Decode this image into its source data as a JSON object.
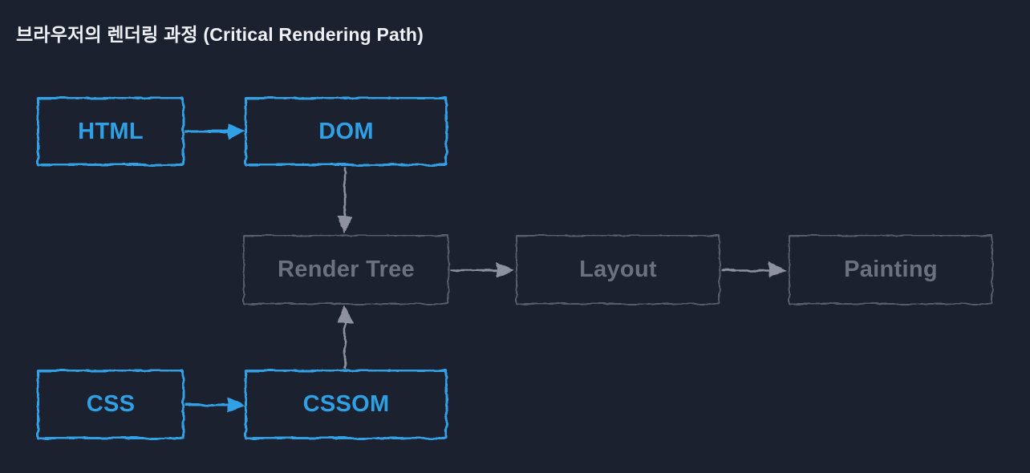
{
  "title": "브라우저의 렌더링 과정 (Critical Rendering Path)",
  "colors": {
    "background": "#1c2130",
    "accent_blue": "#30a0e4",
    "gray_border": "#575c6a",
    "gray_text": "#6c7180",
    "gray_arrow": "#8e929e",
    "title_text": "#eef0f4"
  },
  "nodes": [
    {
      "id": "html",
      "label": "HTML",
      "color": "blue"
    },
    {
      "id": "dom",
      "label": "DOM",
      "color": "blue"
    },
    {
      "id": "render-tree",
      "label": "Render Tree",
      "color": "gray"
    },
    {
      "id": "layout",
      "label": "Layout",
      "color": "gray"
    },
    {
      "id": "painting",
      "label": "Painting",
      "color": "gray"
    },
    {
      "id": "css",
      "label": "CSS",
      "color": "blue"
    },
    {
      "id": "cssom",
      "label": "CSSOM",
      "color": "blue"
    }
  ],
  "edges": [
    {
      "from": "HTML",
      "to": "DOM",
      "direction": "right",
      "color": "blue"
    },
    {
      "from": "DOM",
      "to": "Render Tree",
      "direction": "down",
      "color": "gray"
    },
    {
      "from": "CSS",
      "to": "CSSOM",
      "direction": "right",
      "color": "blue"
    },
    {
      "from": "CSSOM",
      "to": "Render Tree",
      "direction": "up",
      "color": "gray"
    },
    {
      "from": "Render Tree",
      "to": "Layout",
      "direction": "right",
      "color": "gray"
    },
    {
      "from": "Layout",
      "to": "Painting",
      "direction": "right",
      "color": "gray"
    }
  ]
}
